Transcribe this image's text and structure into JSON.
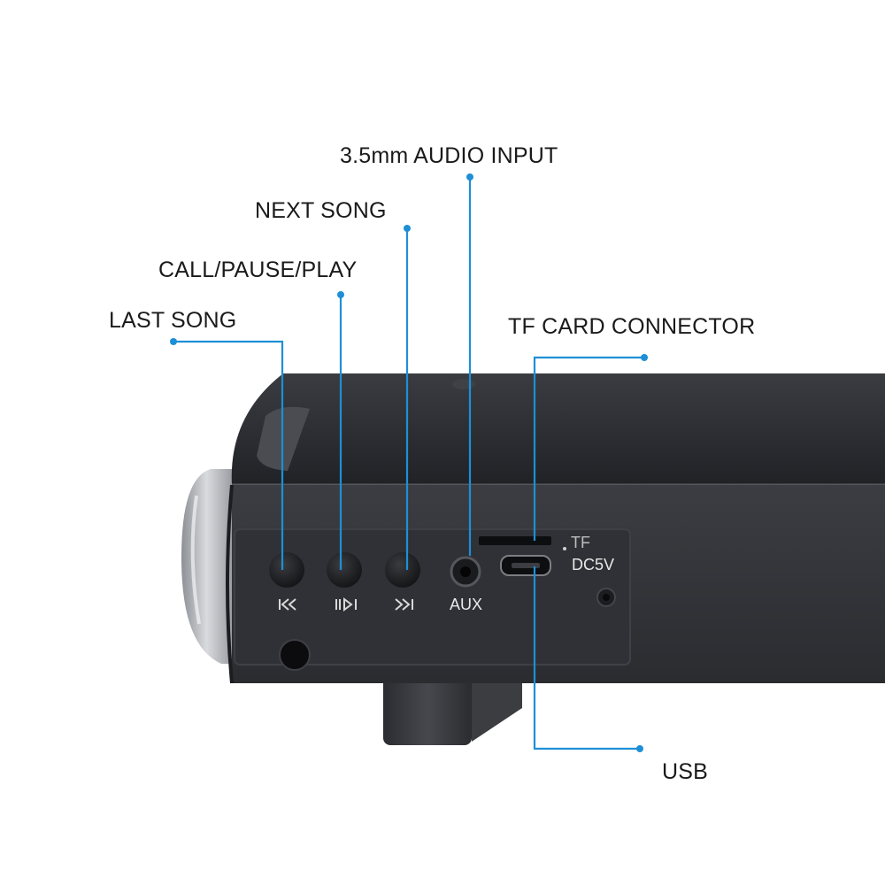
{
  "callouts": {
    "audio_input": "3.5mm AUDIO INPUT",
    "next_song": "NEXT SONG",
    "call_pause_play": "CALL/PAUSE/PLAY",
    "last_song": "LAST SONG",
    "tf_card": "TF CARD CONNECTOR",
    "usb": "USB"
  },
  "panel_labels": {
    "aux": "AUX",
    "tf": "TF",
    "dc5v": "DC5V"
  },
  "colors": {
    "leader_line": "#1e8fd6",
    "body_top": "#2a2c31",
    "body_front": "#34363b",
    "panel": "#2f3136",
    "label_text": "#1a1a1a"
  }
}
